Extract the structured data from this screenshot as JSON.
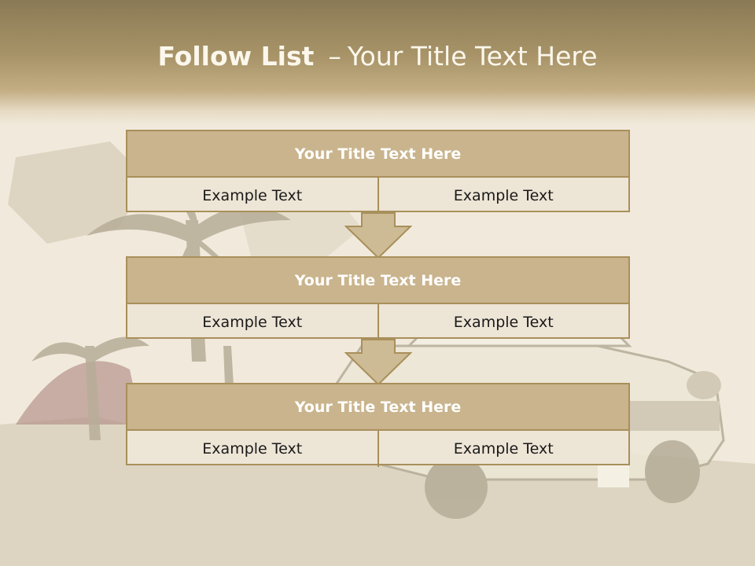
{
  "slide": {
    "title_bold": "Follow List",
    "title_dash": "–",
    "title_rest": "Your Title Text Here"
  },
  "blocks": [
    {
      "title": "Your Title Text Here",
      "left_text": "Example Text",
      "right_text": "Example Text"
    },
    {
      "title": "Your Title Text Here",
      "left_text": "Example Text",
      "right_text": "Example Text"
    },
    {
      "title": "Your Title Text Here",
      "left_text": "Example Text",
      "right_text": "Example Text"
    }
  ],
  "colors": {
    "header_band": "#a89468",
    "background": "#f1eadc",
    "block_title_fill": "#c9b48d",
    "block_border": "#a98f5b",
    "arrow_fill": "#cdbb95",
    "title_text": "#fbf7ec"
  },
  "background_art": [
    "palm-trees-illustration",
    "sunset-sun-illustration",
    "vintage-car-illustration",
    "grunge-texture"
  ]
}
